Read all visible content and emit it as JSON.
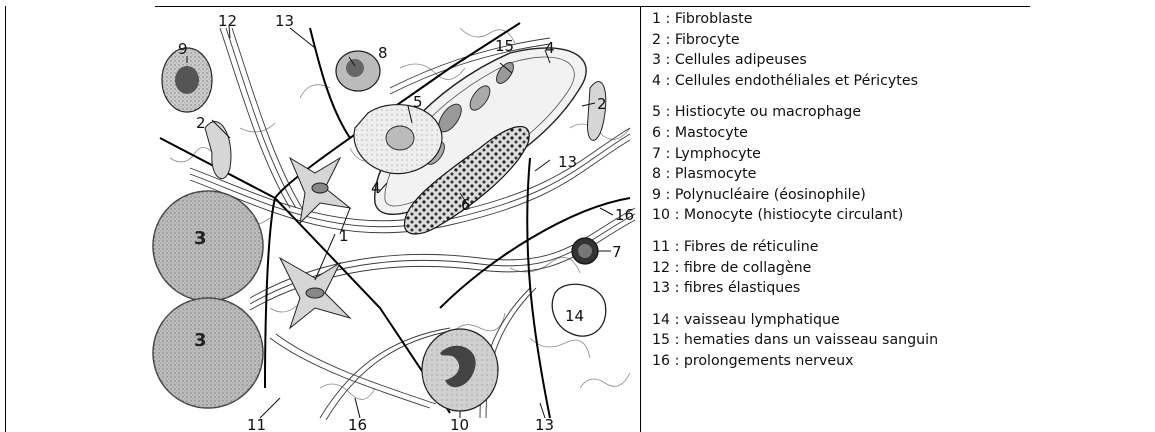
{
  "figure": {
    "labels": {
      "l1": "1",
      "l2a": "2",
      "l2b": "2",
      "l3a": "3",
      "l3b": "3",
      "l4a": "4",
      "l4b": "4",
      "l5": "5",
      "l6": "6",
      "l7": "7",
      "l8": "8",
      "l9": "9",
      "l10": "10",
      "l11": "11",
      "l12": "12",
      "l13a": "13",
      "l13b": "13",
      "l13c": "13",
      "l14": "14",
      "l15": "15",
      "l16a": "16",
      "l16b": "16"
    }
  },
  "legend": {
    "groups": [
      {
        "items": [
          "1 : Fibroblaste",
          "2 : Fibrocyte",
          "3 : Cellules adipeuses",
          "4 : Cellules endothéliales et Péricytes"
        ]
      },
      {
        "items": [
          "5 : Histiocyte ou macrophage",
          "6 : Mastocyte",
          "7 : Lymphocyte",
          "8 : Plasmocyte",
          "9 : Polynucléaire (éosinophile)",
          "10 : Monocyte (histiocyte circulant)"
        ]
      },
      {
        "items": [
          "11 : Fibres de réticuline",
          "12 : fibre de collagène",
          "13 : fibres élastiques"
        ]
      },
      {
        "items": [
          "14 : vaisseau lymphatique",
          "15 : hematies dans un vaisseau sanguin",
          "16 : prolongements nerveux"
        ]
      }
    ]
  }
}
